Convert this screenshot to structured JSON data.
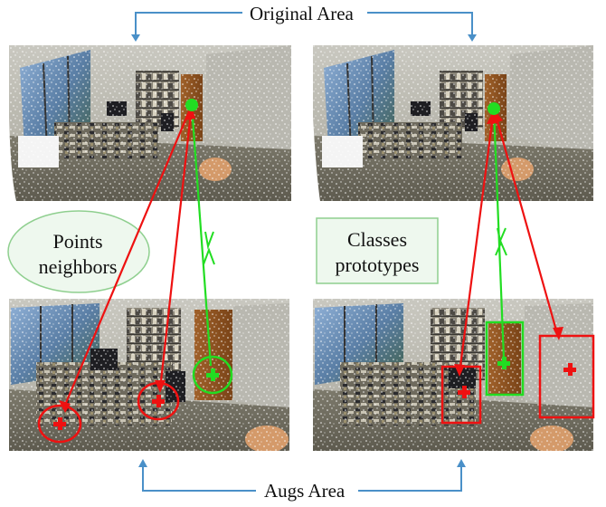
{
  "labels": {
    "original_area": "Original Area",
    "augs_area": "Augs Area",
    "points_neighbors_line1": "Points",
    "points_neighbors_line2": "neighbors",
    "classes_prototypes_line1": "Classes",
    "classes_prototypes_line2": "prototypes"
  },
  "colors": {
    "bracket": "#4a90c8",
    "positive": "#22dd22",
    "negative": "#ee1111",
    "oval_fill": "#eef8ee",
    "oval_border": "#8fcf8f"
  },
  "icons": {
    "anchor": "green-dot-icon",
    "positive_marker": "green-cross-icon",
    "negative_marker": "red-cross-icon"
  }
}
